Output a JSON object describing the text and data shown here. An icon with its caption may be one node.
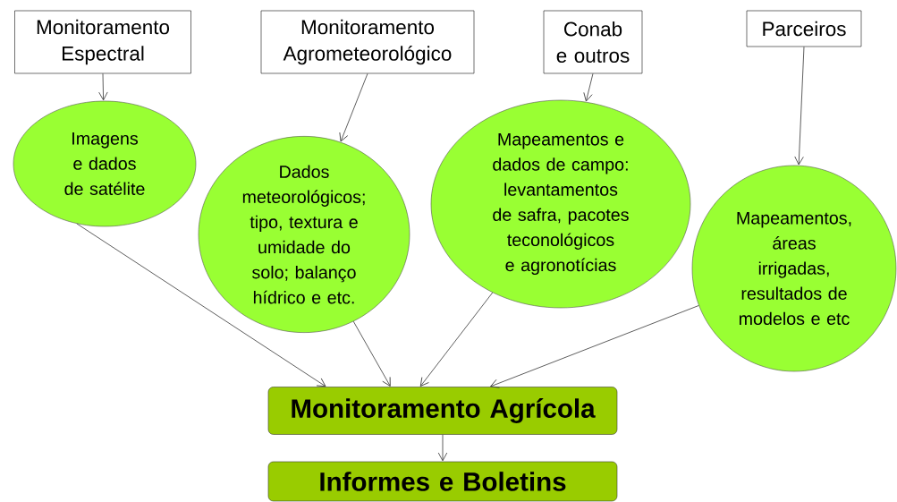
{
  "diagram": {
    "nodes": [
      {
        "text": [
          "Monitoramento Espectral"
        ]
      },
      {
        "text": [
          "Monitoramento Agrometeorológico"
        ]
      },
      {
        "text": [
          "Conab e outros"
        ]
      },
      {
        "text": [
          "Parceiros"
        ]
      },
      {
        "text": [
          "Imagens e dados de satélite"
        ]
      },
      {
        "text": [
          "Dados meteorológicos; tipo, textura e umidade do solo; balanço hídrico e etc."
        ]
      },
      {
        "text": [
          "Mapeamentos e dados de campo: levantamentos de safra, pacotes teconológicos e agronotícias"
        ]
      },
      {
        "text": [
          "Mapeamentos, áreas irrigadas, resultados de modelos e etc"
        ]
      },
      {
        "text": [
          "Monitoramento Agrícola"
        ]
      },
      {
        "text": [
          "Informes e Boletins"
        ]
      }
    ],
    "edges": [
      {
        "from": 0,
        "to": 4,
        "arrow": "to"
      },
      {
        "from": 1,
        "to": 5,
        "arrow": "to"
      },
      {
        "from": 2,
        "to": 6,
        "arrow": "to"
      },
      {
        "from": 3,
        "to": 7,
        "arrow": "to"
      },
      {
        "from": 4,
        "to": 8,
        "arrow": "to"
      },
      {
        "from": 5,
        "to": 8,
        "arrow": "to"
      },
      {
        "from": 6,
        "to": 8,
        "arrow": "to"
      },
      {
        "from": 7,
        "to": 8,
        "arrow": "to"
      },
      {
        "from": 8,
        "to": 9,
        "arrow": "to"
      }
    ]
  }
}
